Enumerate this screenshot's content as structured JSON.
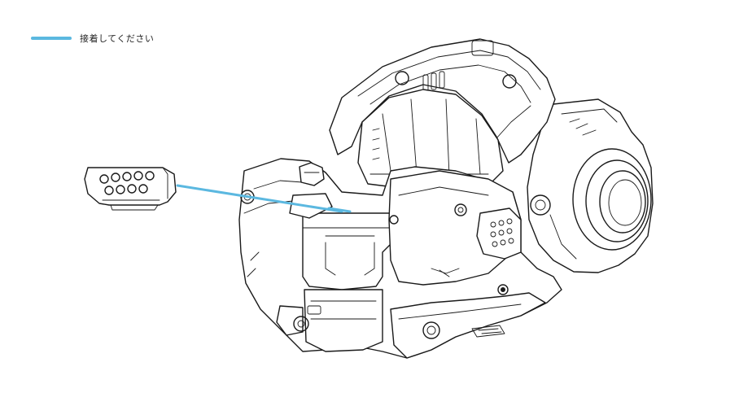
{
  "legend": {
    "label": "接着してください",
    "color": "#5bb8e0"
  },
  "diagram": {
    "subject": "goggle-headset-rear",
    "part": "adhesive-pad",
    "line_color": "#1a1a1a"
  }
}
